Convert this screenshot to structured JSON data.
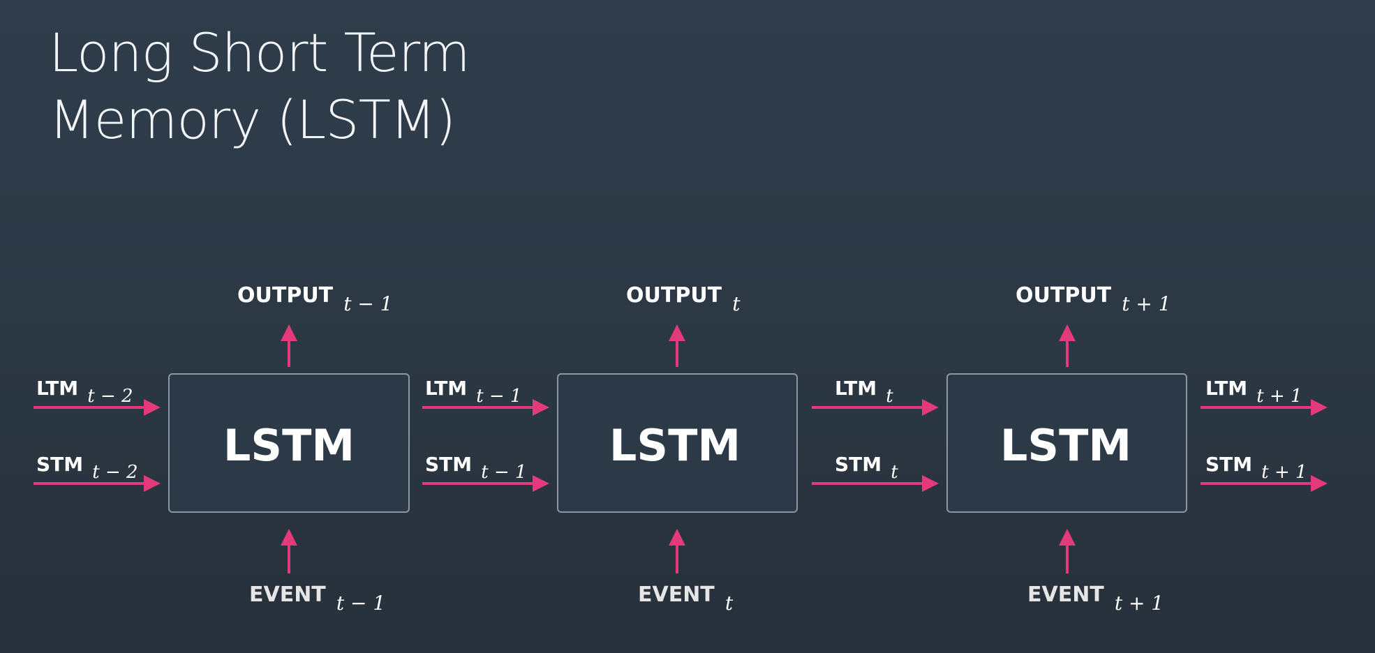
{
  "title": {
    "line1": "Long Short Term",
    "line2": "Memory (LSTM)"
  },
  "colors": {
    "arrow": "#e43a7b",
    "box_border": "#8c97a3",
    "background": "#2d3a47"
  },
  "cells": [
    {
      "label": "LSTM",
      "output": {
        "name": "OUTPUT",
        "sub": "t − 1"
      },
      "event": {
        "name": "EVENT",
        "sub": "t − 1"
      }
    },
    {
      "label": "LSTM",
      "output": {
        "name": "OUTPUT",
        "sub": "t"
      },
      "event": {
        "name": "EVENT",
        "sub": "t"
      }
    },
    {
      "label": "LSTM",
      "output": {
        "name": "OUTPUT",
        "sub": "t + 1"
      },
      "event": {
        "name": "EVENT",
        "sub": "t + 1"
      }
    }
  ],
  "connections": [
    {
      "ltm": {
        "name": "LTM",
        "sub": "t − 2"
      },
      "stm": {
        "name": "STM",
        "sub": "t − 2"
      }
    },
    {
      "ltm": {
        "name": "LTM",
        "sub": "t − 1"
      },
      "stm": {
        "name": "STM",
        "sub": "t − 1"
      }
    },
    {
      "ltm": {
        "name": "LTM",
        "sub": "t"
      },
      "stm": {
        "name": "STM",
        "sub": "t"
      }
    },
    {
      "ltm": {
        "name": "LTM",
        "sub": "t + 1"
      },
      "stm": {
        "name": "STM",
        "sub": "t + 1"
      }
    }
  ]
}
